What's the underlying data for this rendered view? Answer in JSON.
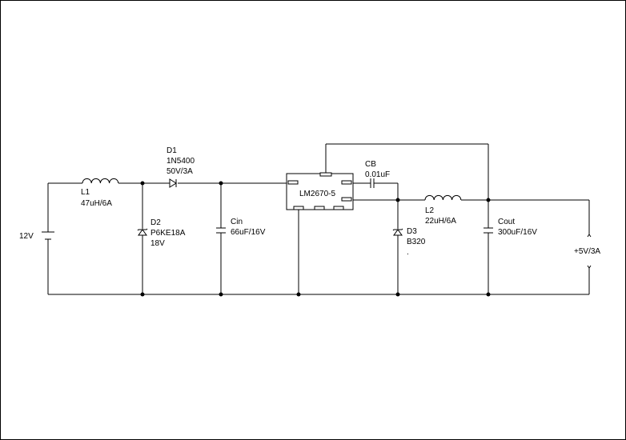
{
  "components": {
    "battery": {
      "value": "12V"
    },
    "l1": {
      "ref": "L1",
      "value": "47uH/6A"
    },
    "d1": {
      "ref": "D1",
      "part": "1N5400",
      "rating": "50V/3A"
    },
    "d2": {
      "ref": "D2",
      "part": "P6KE18A",
      "rating": "18V"
    },
    "cin": {
      "ref": "Cin",
      "value": "66uF/16V"
    },
    "ic": {
      "part": "LM2670-5"
    },
    "cb": {
      "ref": "CB",
      "value": "0.01uF"
    },
    "d3": {
      "ref": "D3",
      "part": "B320",
      "note": "."
    },
    "l2": {
      "ref": "L2",
      "value": "22uH/6A"
    },
    "cout": {
      "ref": "Cout",
      "value": "300uF/16V"
    },
    "output": {
      "value": "+5V/3A"
    }
  }
}
